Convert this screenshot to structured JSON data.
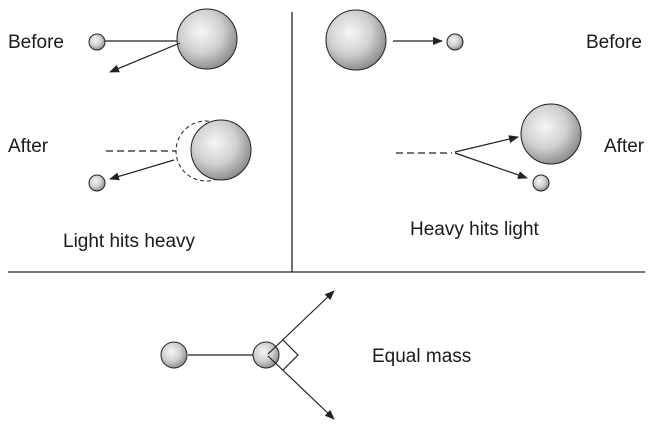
{
  "panels": {
    "light_hits_heavy": {
      "before_label": "Before",
      "after_label": "After",
      "caption": "Light hits heavy"
    },
    "heavy_hits_light": {
      "before_label": "Before",
      "after_label": "After",
      "caption": "Heavy hits light"
    },
    "equal_mass": {
      "caption": "Equal mass"
    }
  },
  "colors": {
    "line": "#222222",
    "ball_light": "#f4f4f4",
    "ball_dark": "#8e8e8e"
  }
}
